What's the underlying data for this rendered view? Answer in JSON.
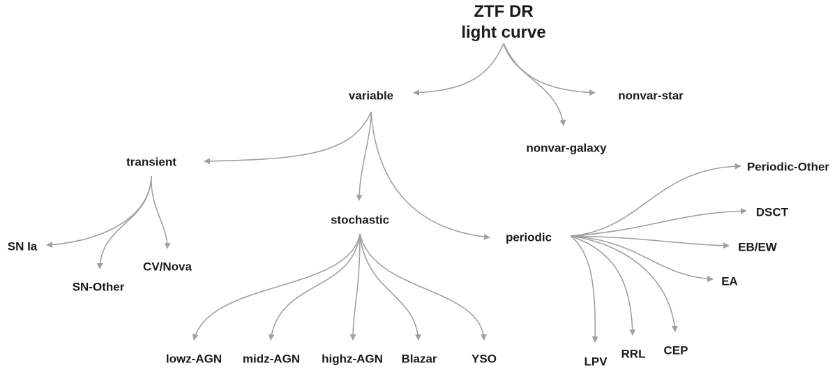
{
  "colors": {
    "edge": "#a0a0a0",
    "text": "#1a1a1a",
    "background": "#ffffff"
  },
  "root": {
    "line1": "ZTF DR",
    "line2": "light curve"
  },
  "level1": {
    "variable": "variable",
    "nonvar_star": "nonvar-star",
    "nonvar_galaxy": "nonvar-galaxy"
  },
  "level2": {
    "transient": "transient",
    "stochastic": "stochastic",
    "periodic": "periodic"
  },
  "transient_children": {
    "sn_ia": "SN Ia",
    "sn_other": "SN-Other",
    "cv_nova": "CV/Nova"
  },
  "stochastic_children": {
    "lowz_agn": "lowz-AGN",
    "midz_agn": "midz-AGN",
    "highz_agn": "highz-AGN",
    "blazar": "Blazar",
    "yso": "YSO"
  },
  "periodic_children": {
    "periodic_other": "Periodic-Other",
    "dsct": "DSCT",
    "eb_ew": "EB/EW",
    "ea": "EA",
    "lpv": "LPV",
    "rrl": "RRL",
    "cep": "CEP"
  }
}
